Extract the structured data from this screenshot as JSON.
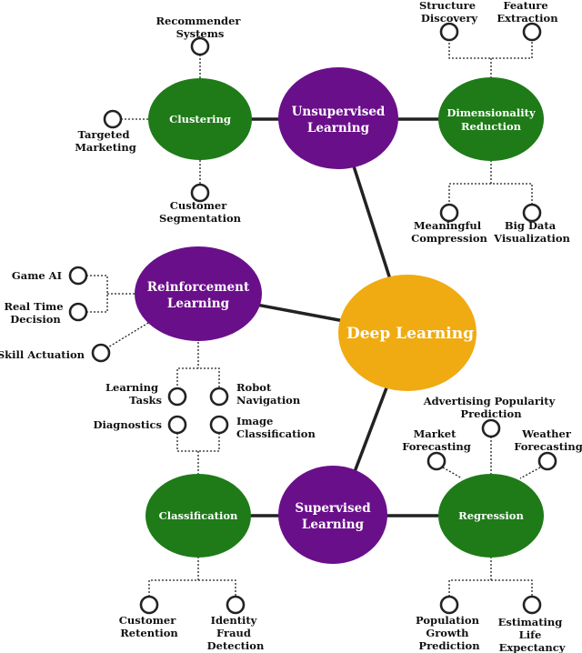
{
  "center": {
    "line1": "Deep Learning",
    "color": "#f0ab12"
  },
  "unsupervised": {
    "line1": "Unsupervised",
    "line2": "Learning",
    "color": "#6a0f8a"
  },
  "reinforcement": {
    "line1": "Reinforcement",
    "line2": "Learning",
    "color": "#6a0f8a"
  },
  "supervised": {
    "line1": "Supervised",
    "line2": "Learning",
    "color": "#6a0f8a"
  },
  "clustering": {
    "line1": "Clustering",
    "color": "#1e7b18"
  },
  "dimensionality": {
    "line1": "Dimensionality",
    "line2": "Reduction",
    "color": "#1e7b18"
  },
  "classification": {
    "line1": "Classification",
    "color": "#1e7b18"
  },
  "regression": {
    "line1": "Regression",
    "color": "#1e7b18"
  },
  "leaves": {
    "recommender": [
      "Recommender",
      "Systems"
    ],
    "targeted": [
      "Targeted",
      "Marketing"
    ],
    "customer_seg": [
      "Customer",
      "Segmentation"
    ],
    "structure": [
      "Structure",
      "Discovery"
    ],
    "feature": [
      "Feature",
      "Extraction"
    ],
    "meaningful": [
      "Meaningful",
      "Compression"
    ],
    "bigdata": [
      "Big Data",
      "Visualization"
    ],
    "game_ai": [
      "Game AI"
    ],
    "realtime": [
      "Real Time",
      "Decision"
    ],
    "skill": [
      "Skill Actuation"
    ],
    "learning_tasks": [
      "Learning",
      "Tasks"
    ],
    "robot": [
      "Robot",
      "Navigation"
    ],
    "diagnostics": [
      "Diagnostics"
    ],
    "image_class": [
      "Image",
      "Classification"
    ],
    "customer_ret": [
      "Customer",
      "Retention"
    ],
    "identity": [
      "Identity",
      "Fraud",
      "Detection"
    ],
    "advertising": [
      "Advertising Popularity",
      "Prediction"
    ],
    "market": [
      "Market",
      "Forecasting"
    ],
    "weather": [
      "Weather",
      "Forecasting"
    ],
    "population": [
      "Population",
      "Growth",
      "Prediction"
    ],
    "life": [
      "Estimating",
      "Life",
      "Expectancy"
    ]
  }
}
